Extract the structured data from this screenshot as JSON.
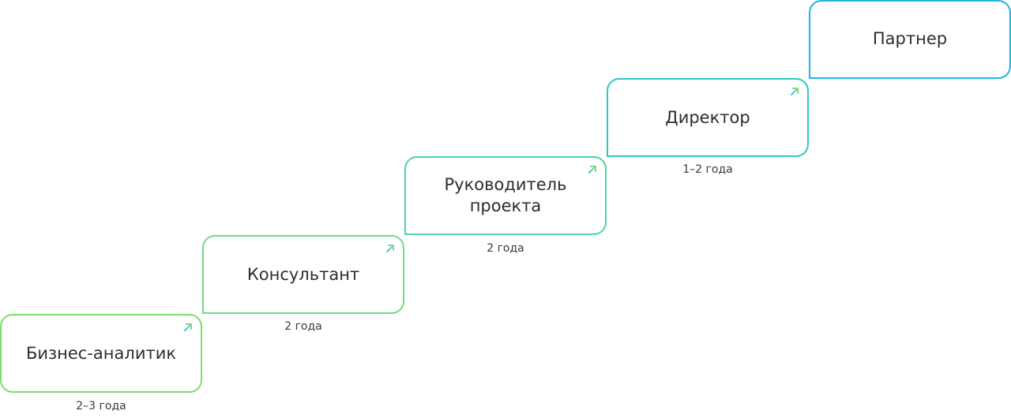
{
  "diagram": {
    "steps": [
      {
        "title": "Бизнес-аналитик",
        "duration": "2–3 года"
      },
      {
        "title": "Консультант",
        "duration": "2 года"
      },
      {
        "title": "Руководитель проекта",
        "duration": "2 года"
      },
      {
        "title": "Директор",
        "duration": "1–2 года"
      },
      {
        "title": "Партнер",
        "duration": ""
      }
    ],
    "colors": {
      "step1": "#7ddc6e",
      "step2": "#6fdc84",
      "step3": "#4fd5a0",
      "step4": "#2fc7c4",
      "step5": "#1fb6e2"
    },
    "arrow_icon": "arrow-up-right-icon"
  }
}
